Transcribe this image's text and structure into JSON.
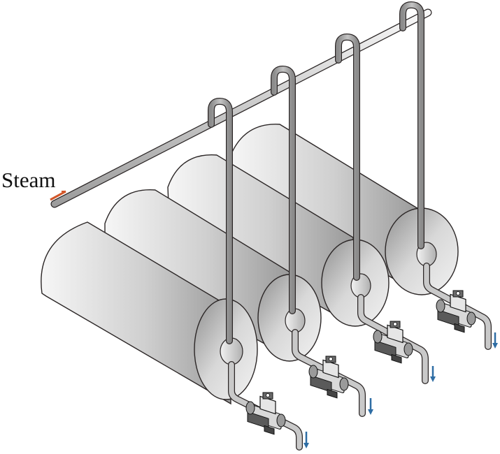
{
  "diagram": {
    "title": "Steam-heated drying cylinders with condensate drainage through steam traps",
    "labels": {
      "steam_inlet": "Steam"
    },
    "colors": {
      "pipe_outline": "#3a3434",
      "pipe_fill": "#b8b8b8",
      "cylinder_light": "#f4f4f4",
      "cylinder_dark": "#9e9e9e",
      "steam_arrow": "#d2572a",
      "condensate_arrow": "#2e6da4",
      "trap_body": "#4a4a4a"
    },
    "components": {
      "header_pipe": "Steam supply header",
      "cylinders": [
        {
          "id": "cylinder-1",
          "name": "Drying cylinder 1"
        },
        {
          "id": "cylinder-2",
          "name": "Drying cylinder 2"
        },
        {
          "id": "cylinder-3",
          "name": "Drying cylinder 3"
        },
        {
          "id": "cylinder-4",
          "name": "Drying cylinder 4"
        }
      ],
      "steam_traps": [
        {
          "id": "trap-1"
        },
        {
          "id": "trap-2"
        },
        {
          "id": "trap-3"
        },
        {
          "id": "trap-4"
        }
      ],
      "flow_arrows": {
        "steam_in": "steam flow direction",
        "condensate_out": "condensate discharge direction"
      }
    }
  }
}
